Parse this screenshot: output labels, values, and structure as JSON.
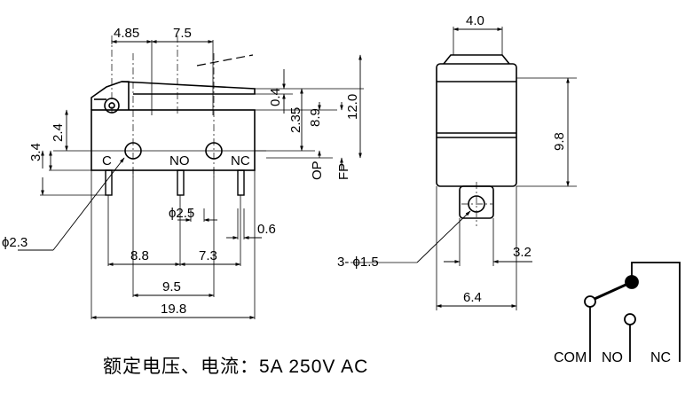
{
  "front_view": {
    "dims": {
      "pos1": "4.85",
      "pos2": "7.5",
      "h_2_4": "2.4",
      "h_3_4": "3.4",
      "d_0_4": "0.4",
      "d_2_35": "2.35",
      "d_8_9": "8.9",
      "d_12_0": "12.0",
      "op": "OP",
      "fp": "FP",
      "pin_dia": "ϕ2.5",
      "pin_w": "0.6",
      "hole_dia": "ϕ2.3",
      "w_8_8": "8.8",
      "w_7_3": "7.3",
      "w_9_5": "9.5",
      "w_19_8": "19.8"
    },
    "terminals": [
      "C",
      "NO",
      "NC"
    ]
  },
  "side_view": {
    "dims": {
      "top_w": "4.0",
      "height": "9.8",
      "holes": "3- ϕ1.5",
      "offset": "3.2",
      "width": "6.4"
    }
  },
  "schematic": {
    "labels": [
      "COM",
      "NO",
      "NC"
    ]
  },
  "rating_text": "额定电压、电流：5A 250V AC"
}
